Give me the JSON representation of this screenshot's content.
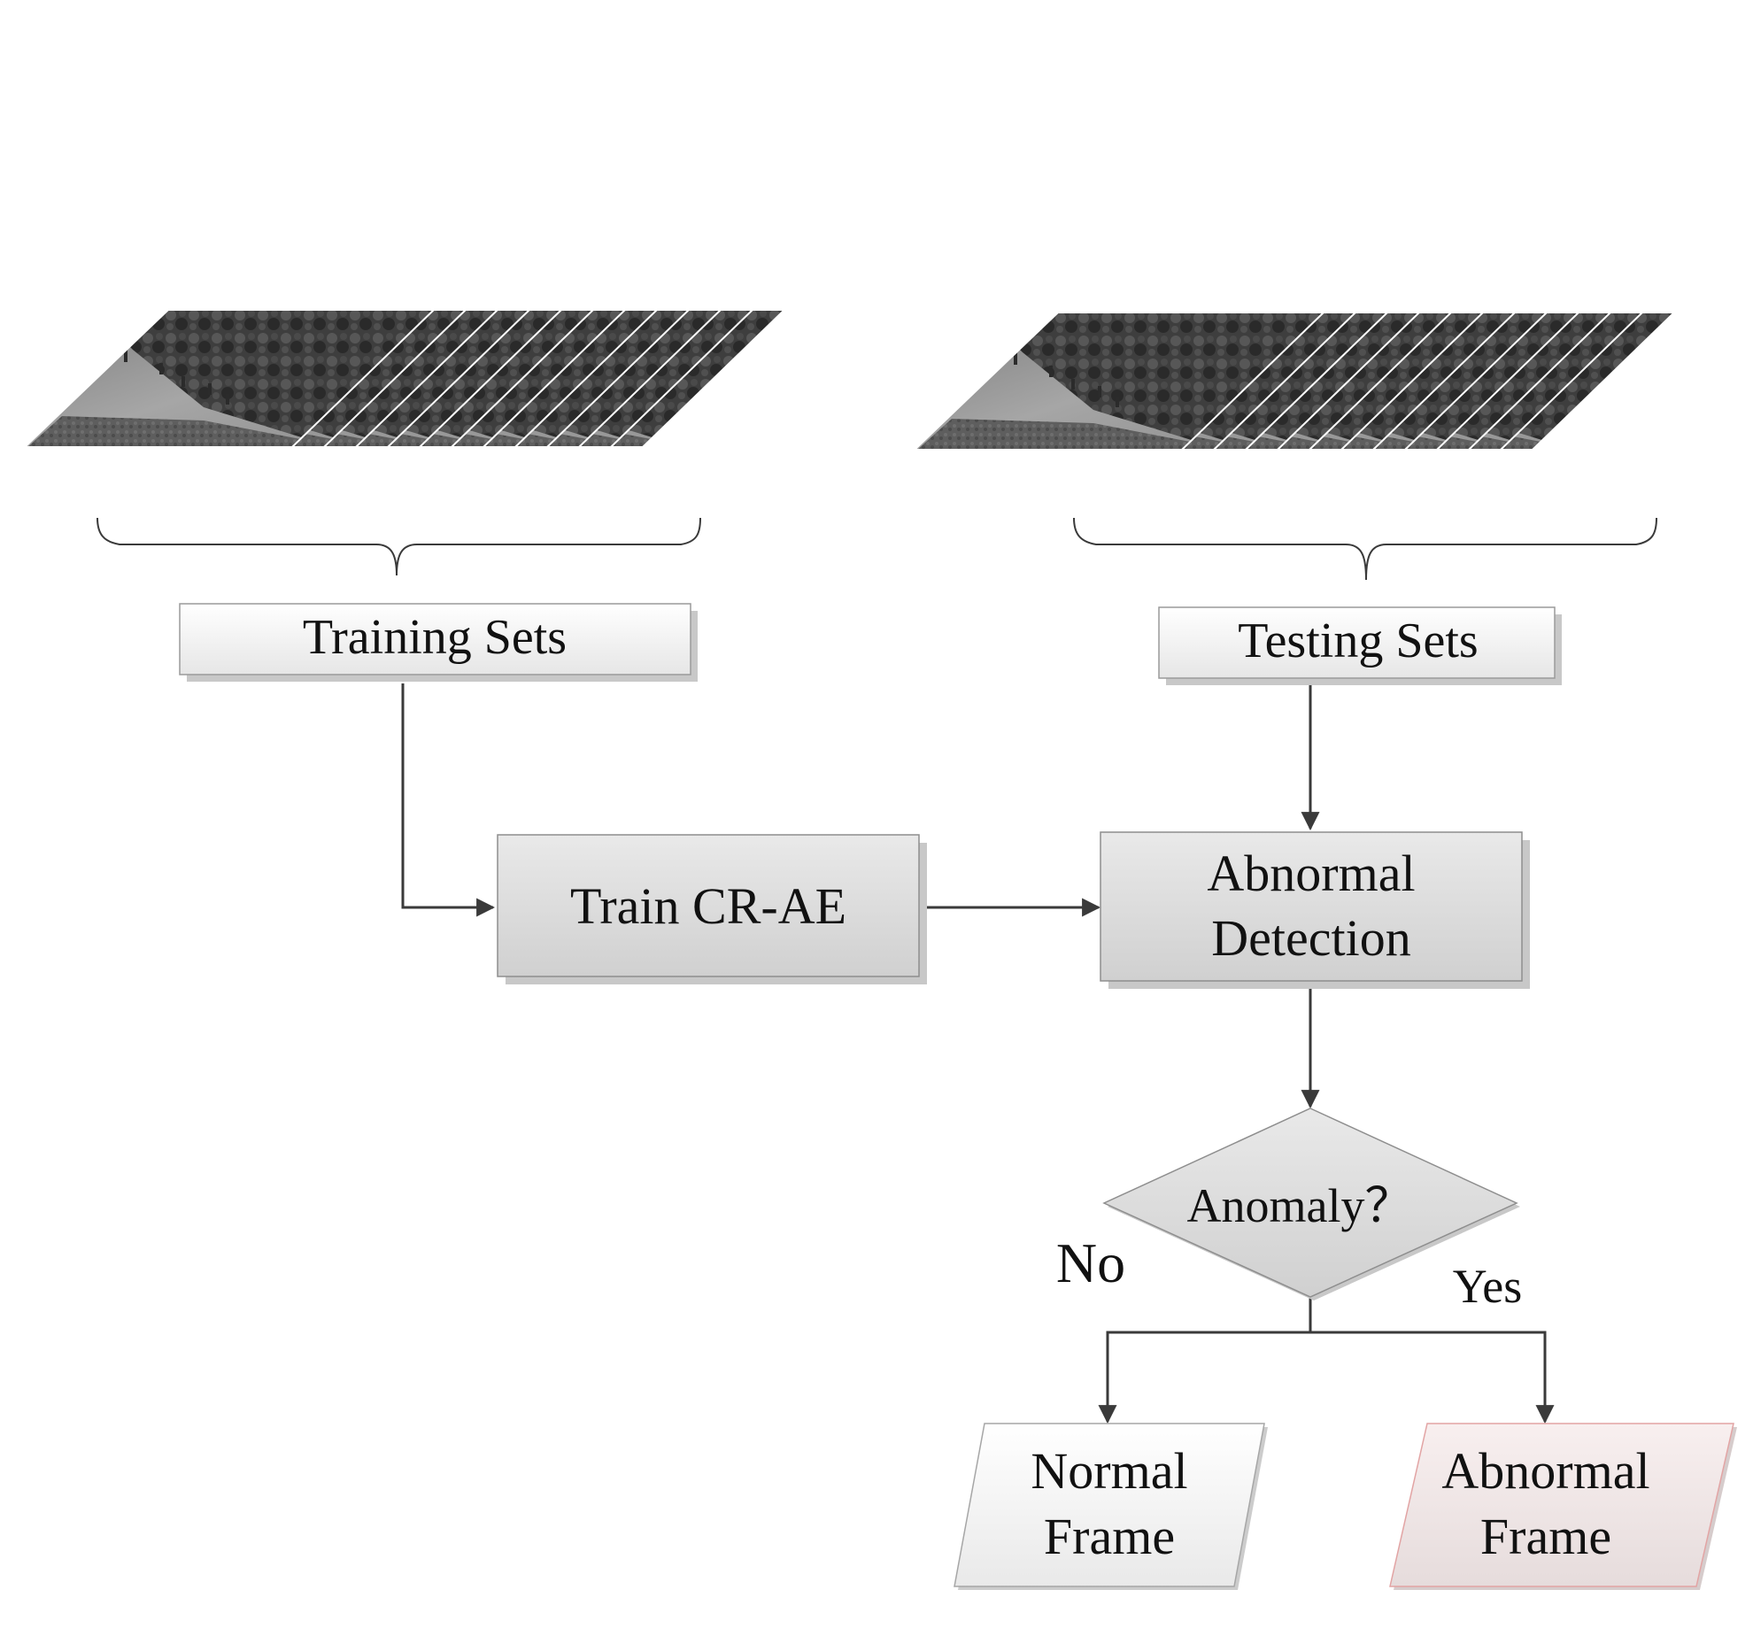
{
  "stacks": {
    "training": {
      "frame_count": 12
    },
    "testing": {
      "frame_count": 12
    }
  },
  "nodes": {
    "training_sets": "Training Sets",
    "testing_sets": "Testing Sets",
    "train_crae": "Train CR-AE",
    "abnormal_detection": [
      "Abnormal",
      "Detection"
    ],
    "decision": "Anomaly？",
    "normal_frame": [
      "Normal",
      "Frame"
    ],
    "abnormal_frame": [
      "Abnormal",
      "Frame"
    ]
  },
  "branches": {
    "no": "No",
    "yes": "Yes"
  },
  "colors": {
    "line": "#3a3a3a",
    "box_fill_light": "#f4f4f4",
    "box_fill_dark": "#dcdcdc",
    "abnormal_frame_fill": "#f2e4e4",
    "abnormal_frame_stroke": "#e2a4a4"
  }
}
